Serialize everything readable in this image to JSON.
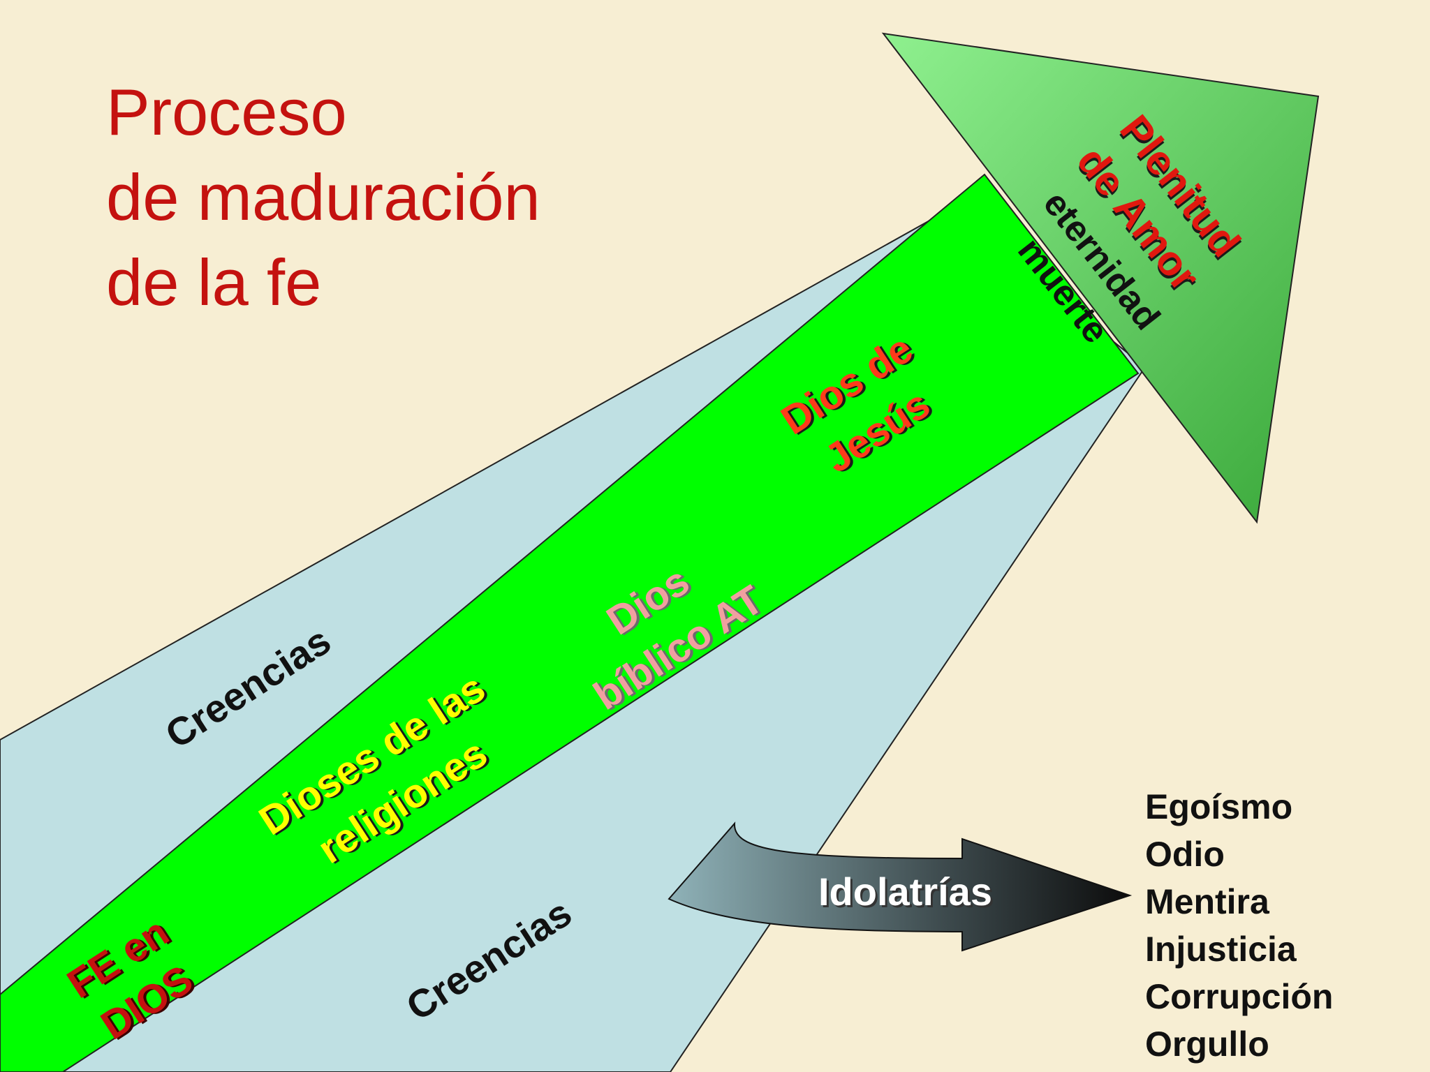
{
  "title": {
    "line1": "Proceso",
    "line2": "de maduración",
    "line3": "de la fe"
  },
  "arrow": {
    "band_outer_label_top": "Creencias",
    "band_outer_label_bottom": "Creencias",
    "stage1": {
      "line1": "FE en",
      "line2": "DIOS"
    },
    "stage2": {
      "line1": "Dioses de las",
      "line2": "religiones"
    },
    "stage3": {
      "line1": "Dios",
      "line2": "bíblico AT"
    },
    "stage4": {
      "line1": "Dios de",
      "line2": "Jesús"
    },
    "transition": {
      "line1": "eternidad",
      "line2": "muerte"
    },
    "head": {
      "line1": "Plenitud",
      "line2": "de Amor"
    }
  },
  "branch": {
    "label": "Idolatrías",
    "items": [
      "Egoísmo",
      "Odio",
      "Mentira",
      "Injusticia",
      "Corrupción",
      "Orgullo"
    ]
  },
  "colors": {
    "background": "#f7eed3",
    "title": "#c4120f",
    "outer_band": "#bfe0e3",
    "inner_band": "#00ff00",
    "arrow_head": "#5fcf5f",
    "stage1_text": "#c4120f",
    "stage2_text": "#ffff00",
    "stage3_text": "#f0a0a0",
    "stage4_text": "#ff3b1a",
    "head_text": "#e0180f"
  }
}
